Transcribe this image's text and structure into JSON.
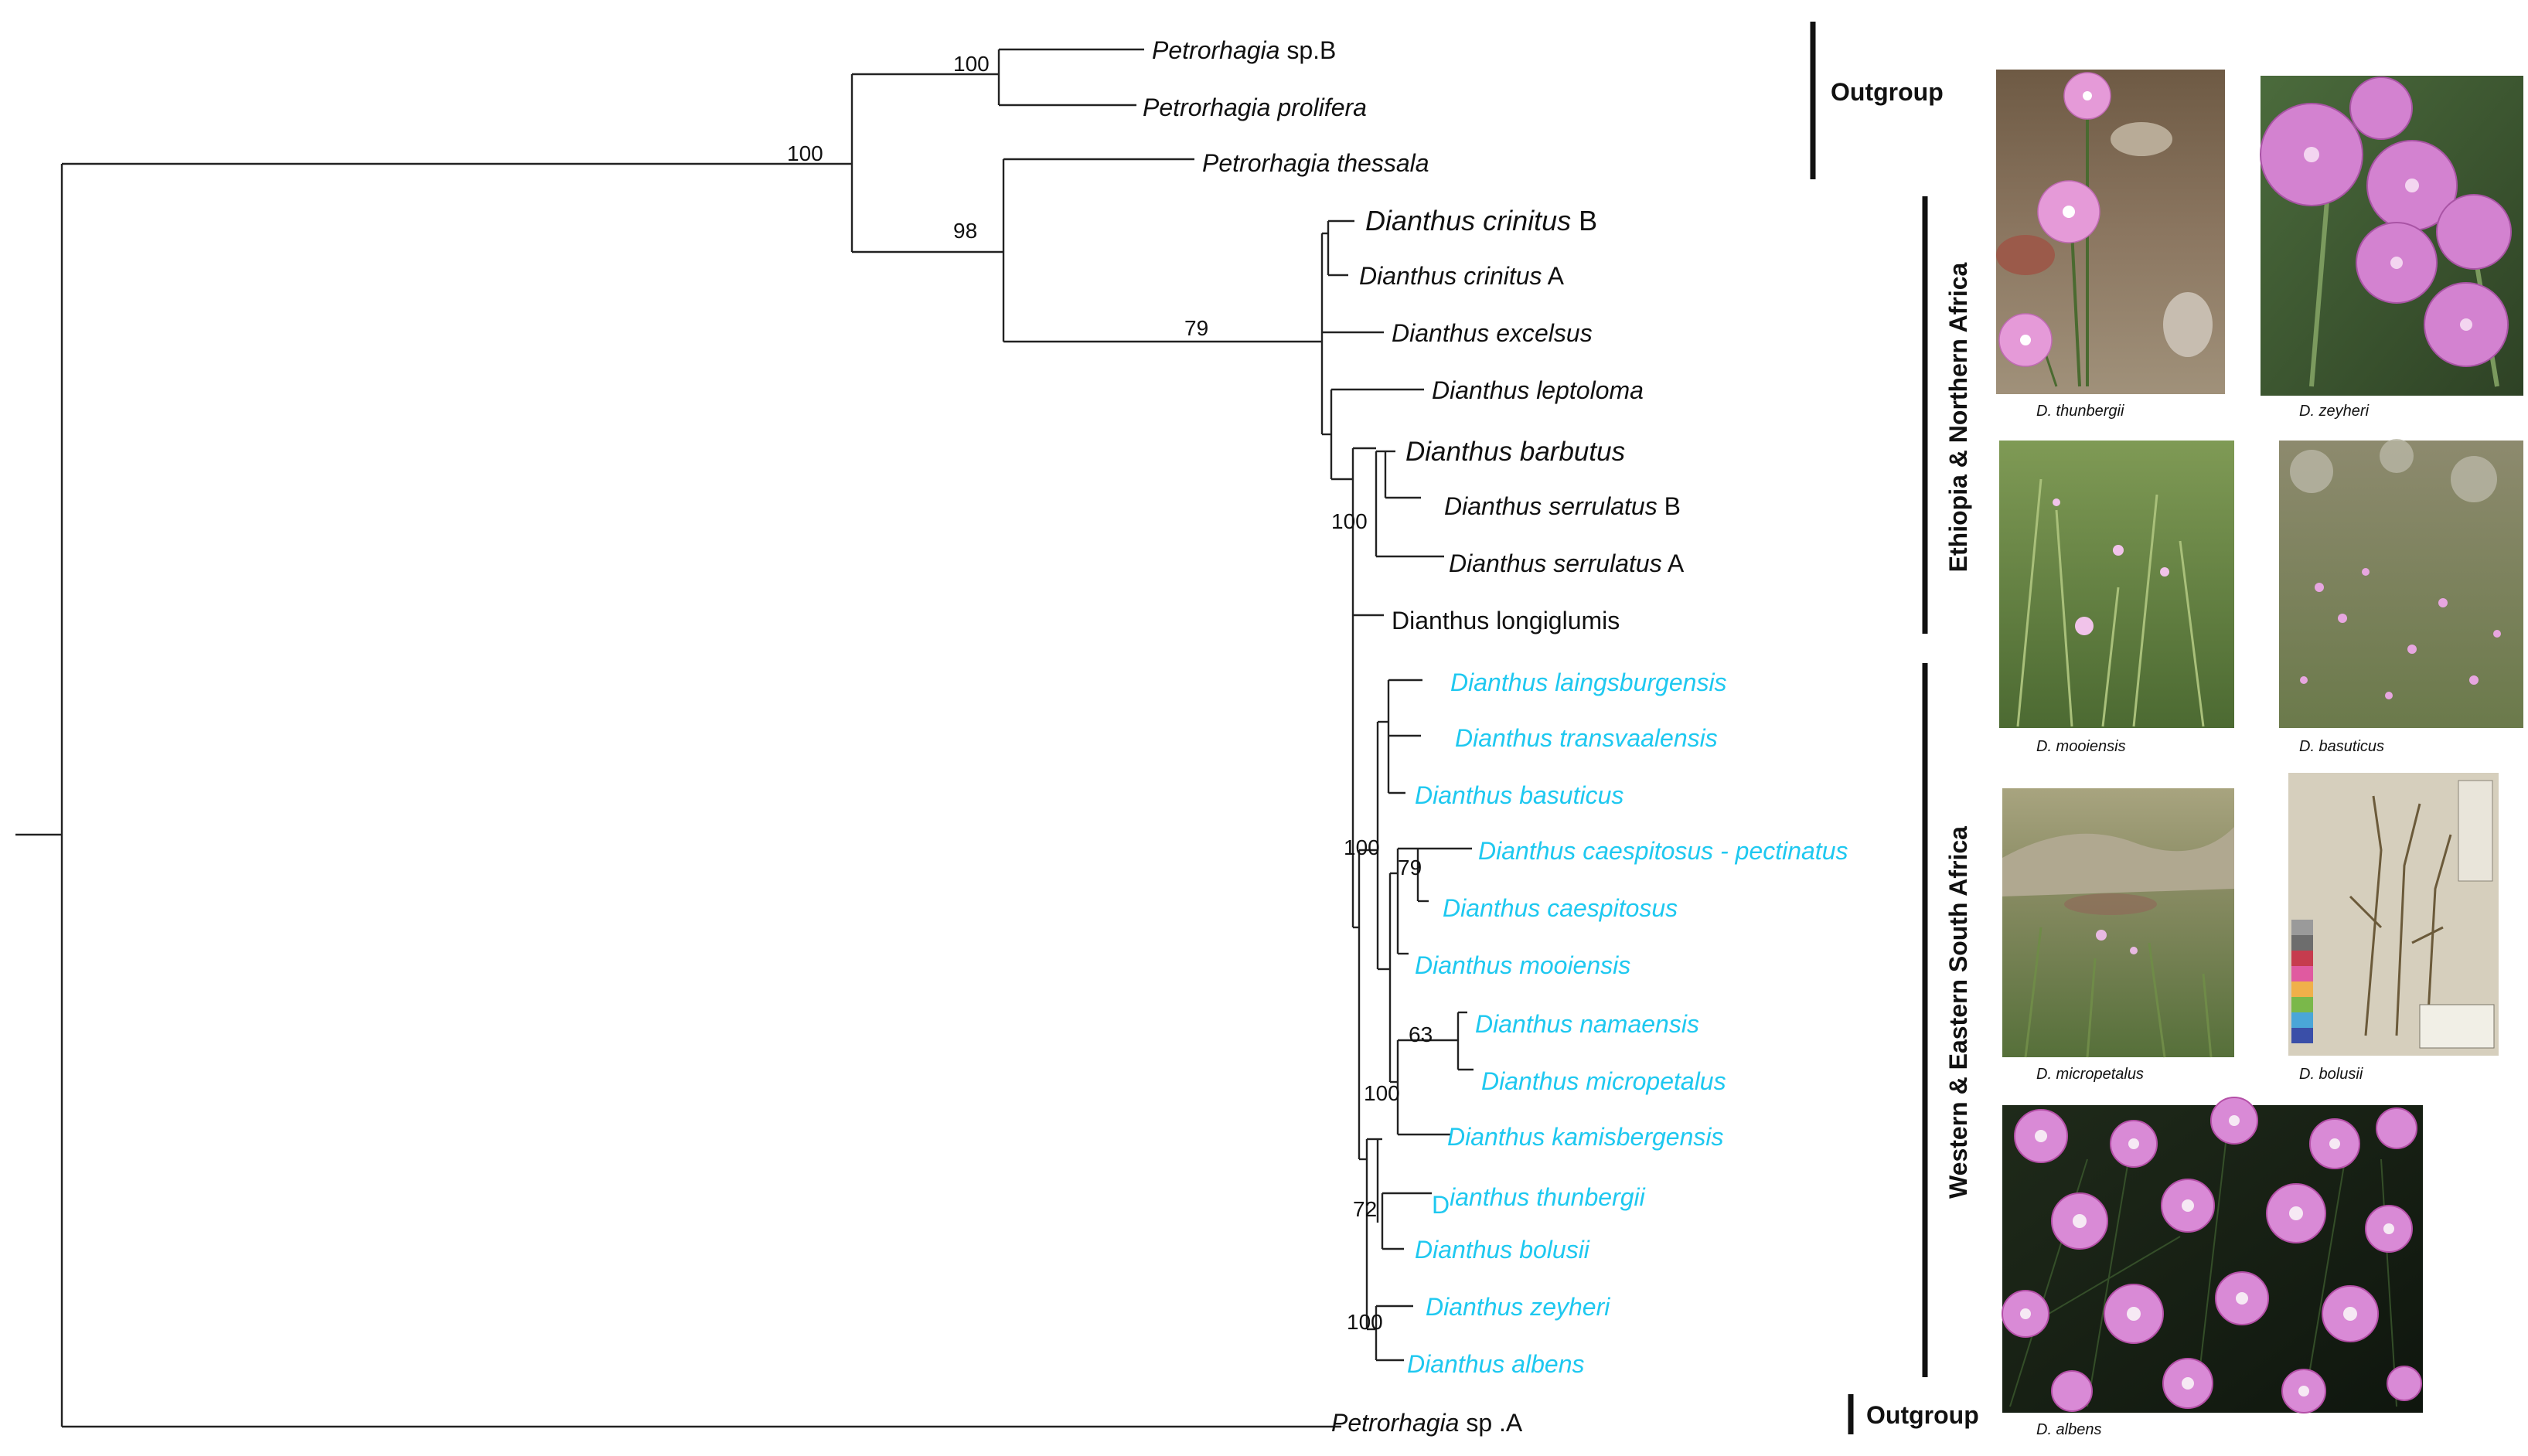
{
  "taxa": {
    "petrorhagia_spB": {
      "genus": "Petrorhagia",
      "suffix": " sp.B"
    },
    "petrorhagia_prolifera": "Petrorhagia prolifera",
    "petrorhagia_thessala": "Petrorhagia thessala",
    "crinitus_B": {
      "name": "Dianthus crinitus",
      "suffix": " B"
    },
    "crinitus_A": {
      "name": "Dianthus crinitus",
      "suffix": " A"
    },
    "excelsus": "Dianthus excelsus",
    "leptoloma": "Dianthus leptoloma",
    "barbutus": "Dianthus barbutus",
    "serrulatus_B": {
      "name": "Dianthus serrulatus",
      "suffix": " B"
    },
    "serrulatus_A": {
      "name": "Dianthus serrulatus",
      "suffix": " A"
    },
    "longiglumis": "Dianthus longiglumis",
    "laingsburgensis": "Dianthus laingsburgensis",
    "transvaalensis": "Dianthus transvaalensis",
    "basuticus": "Dianthus basuticus",
    "caespitosus_pectinatus": "Dianthus caespitosus - pectinatus",
    "caespitosus": "Dianthus caespitosus",
    "mooiensis": "Dianthus mooiensis",
    "namaensis": "Dianthus namaensis",
    "micropetalus": "Dianthus micropetalus",
    "kamisbergensis": "Dianthus kamisbergensis",
    "thunbergii": {
      "first": "D",
      "rest": "ianthus thunbergii"
    },
    "bolusii": "Dianthus bolusii",
    "zeyheri": "Dianthus zeyheri",
    "albens": "Dianthus albens",
    "petrorhagia_spA": {
      "genus": "Petrorhagia",
      "suffix": " sp .A"
    }
  },
  "support_values": {
    "root_split": "100",
    "petrorhagia_pair": "100",
    "ingroup": "98",
    "dianthus": "79",
    "ethiopia_core": "100",
    "south_africa": "100",
    "caespitosus_pair": "79",
    "namaensis_pair": "63",
    "kamis_clade": "100",
    "thunbergii_pair": "72",
    "zeyheri_pair": "100"
  },
  "groups": {
    "outgroup_top": "Outgroup",
    "ethiopia": "Ethiopia & Northern Africa",
    "south_africa": "Western & Eastern South Africa",
    "outgroup_bottom": "Outgroup"
  },
  "photos": {
    "thunbergii": {
      "caption": "D. thunbergii",
      "kind": "closeup-flower"
    },
    "zeyheri": {
      "caption": "D. zeyheri",
      "kind": "closeup-flower"
    },
    "mooiensis": {
      "caption": "D. mooiensis",
      "kind": "grassland"
    },
    "basuticus": {
      "caption": "D. basuticus",
      "kind": "grassland"
    },
    "micropetalus": {
      "caption": "D. micropetalus",
      "kind": "hillside"
    },
    "bolusii": {
      "caption": "D. bolusii",
      "kind": "herbarium-sheet"
    },
    "albens": {
      "caption": "D. albens",
      "kind": "flower-carpet"
    }
  },
  "colors": {
    "south_africa_taxa": "#1ec8f0",
    "other_taxa": "#111111",
    "flower_pink": "#d98ad6",
    "flower_dark_pink": "#b44fa7",
    "foliage": "#5d7d3c"
  }
}
